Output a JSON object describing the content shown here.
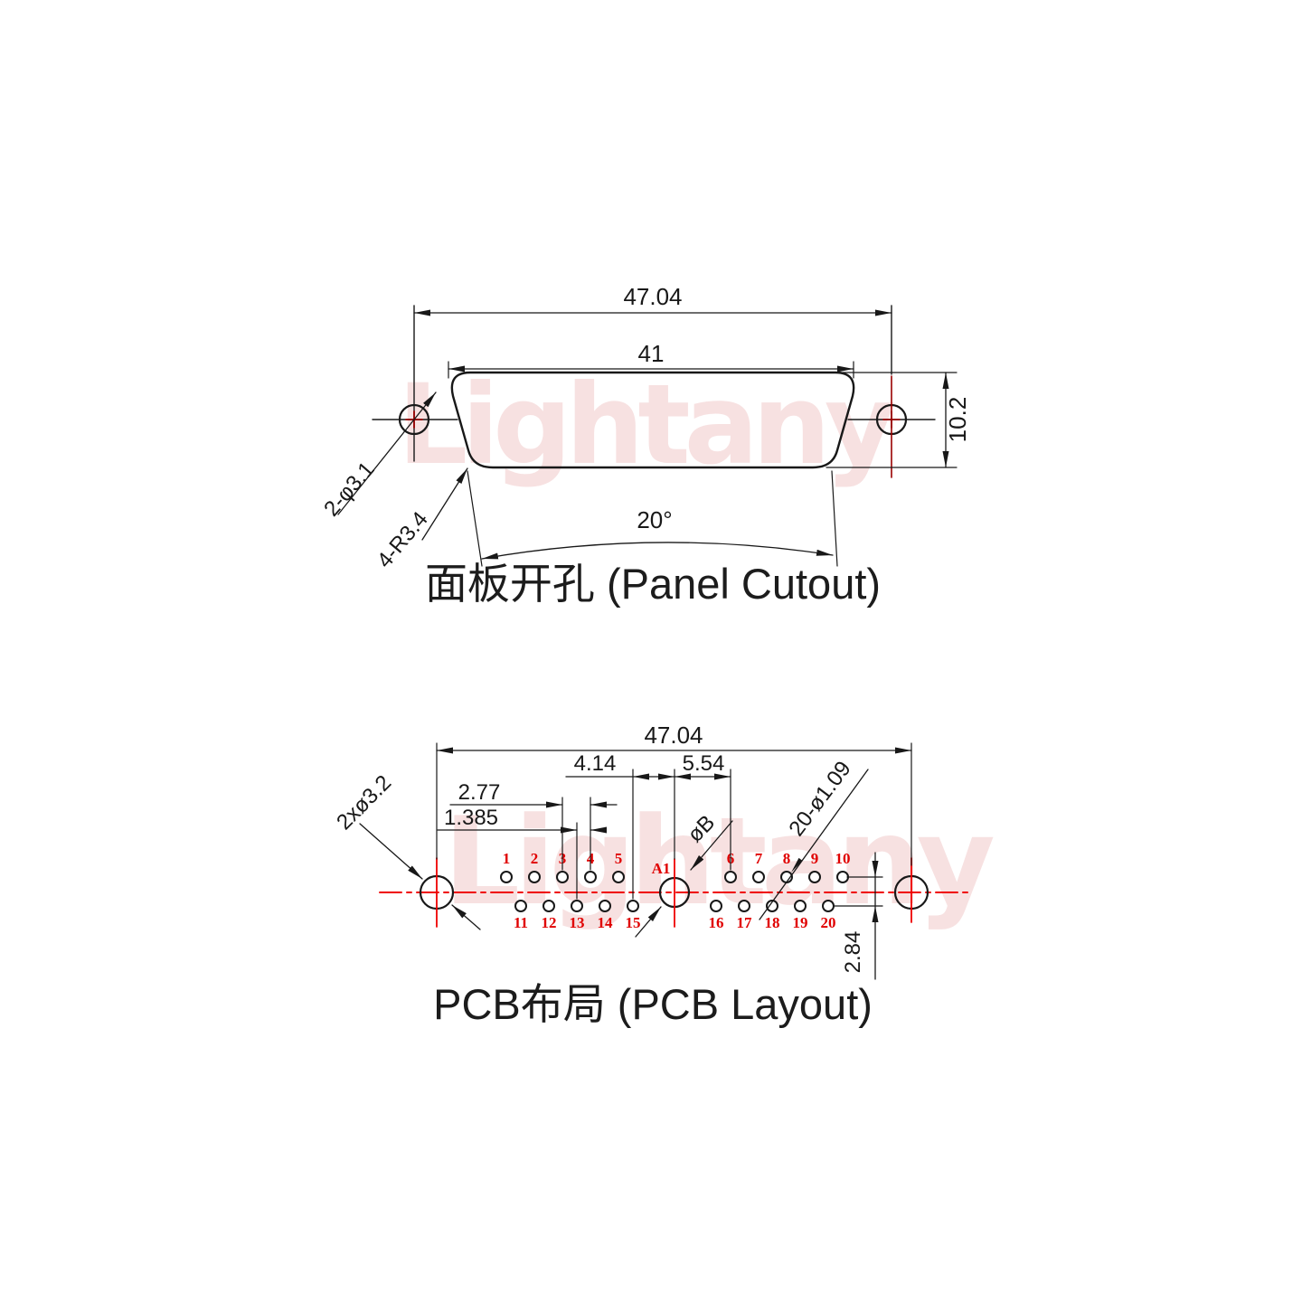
{
  "watermark": {
    "text": "Lightany",
    "color": "#f6dcdc"
  },
  "panel": {
    "title": "面板开孔 (Panel Cutout)",
    "dims": {
      "width_outer": "47.04",
      "width_inner": "41",
      "height": "10.2",
      "angle": "20°",
      "mount_holes": "2-φ3.1",
      "corner_radius": "4-R3.4"
    }
  },
  "pcb": {
    "title": "PCB布局 (PCB Layout)",
    "dims": {
      "width_outer": "47.04",
      "a1_to_pin15": "4.14",
      "a1_to_pin6": "5.54",
      "pin_pitch": "2.77",
      "half_pitch": "1.385",
      "row_gap": "2.84",
      "mount_holes": "2xø3.2",
      "signal_holes": "20-ø1.09",
      "coax_hole": "øB"
    },
    "pins": {
      "a1_label": "A1",
      "top": [
        "1",
        "2",
        "3",
        "4",
        "5",
        "6",
        "7",
        "8",
        "9",
        "10"
      ],
      "bottom": [
        "11",
        "12",
        "13",
        "14",
        "15",
        "16",
        "17",
        "18",
        "19",
        "20"
      ]
    }
  },
  "colors": {
    "line": "#181818",
    "center_red": "#ef0000",
    "dark_red": "#9a0000",
    "label_red": "#e00000",
    "watermark": "#f6dcdc"
  }
}
